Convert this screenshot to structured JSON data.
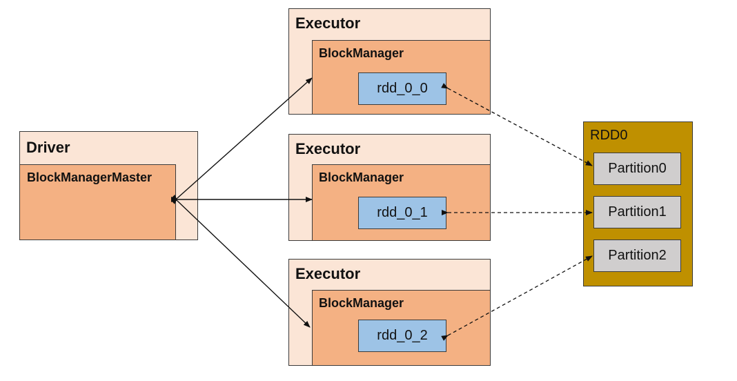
{
  "driver": {
    "title": "Driver",
    "master_label": "BlockManagerMaster"
  },
  "executors": [
    {
      "title": "Executor",
      "manager_label": "BlockManager",
      "block_label": "rdd_0_0"
    },
    {
      "title": "Executor",
      "manager_label": "BlockManager",
      "block_label": "rdd_0_1"
    },
    {
      "title": "Executor",
      "manager_label": "BlockManager",
      "block_label": "rdd_0_2"
    }
  ],
  "rdd": {
    "title": "RDD0",
    "partitions": [
      "Partition0",
      "Partition1",
      "Partition2"
    ]
  },
  "colors": {
    "outer_fill": "#fbe5d6",
    "inner_fill": "#f4b183",
    "block_fill": "#9dc3e6",
    "rdd_fill": "#bf9000",
    "partition_fill": "#d0cece"
  }
}
